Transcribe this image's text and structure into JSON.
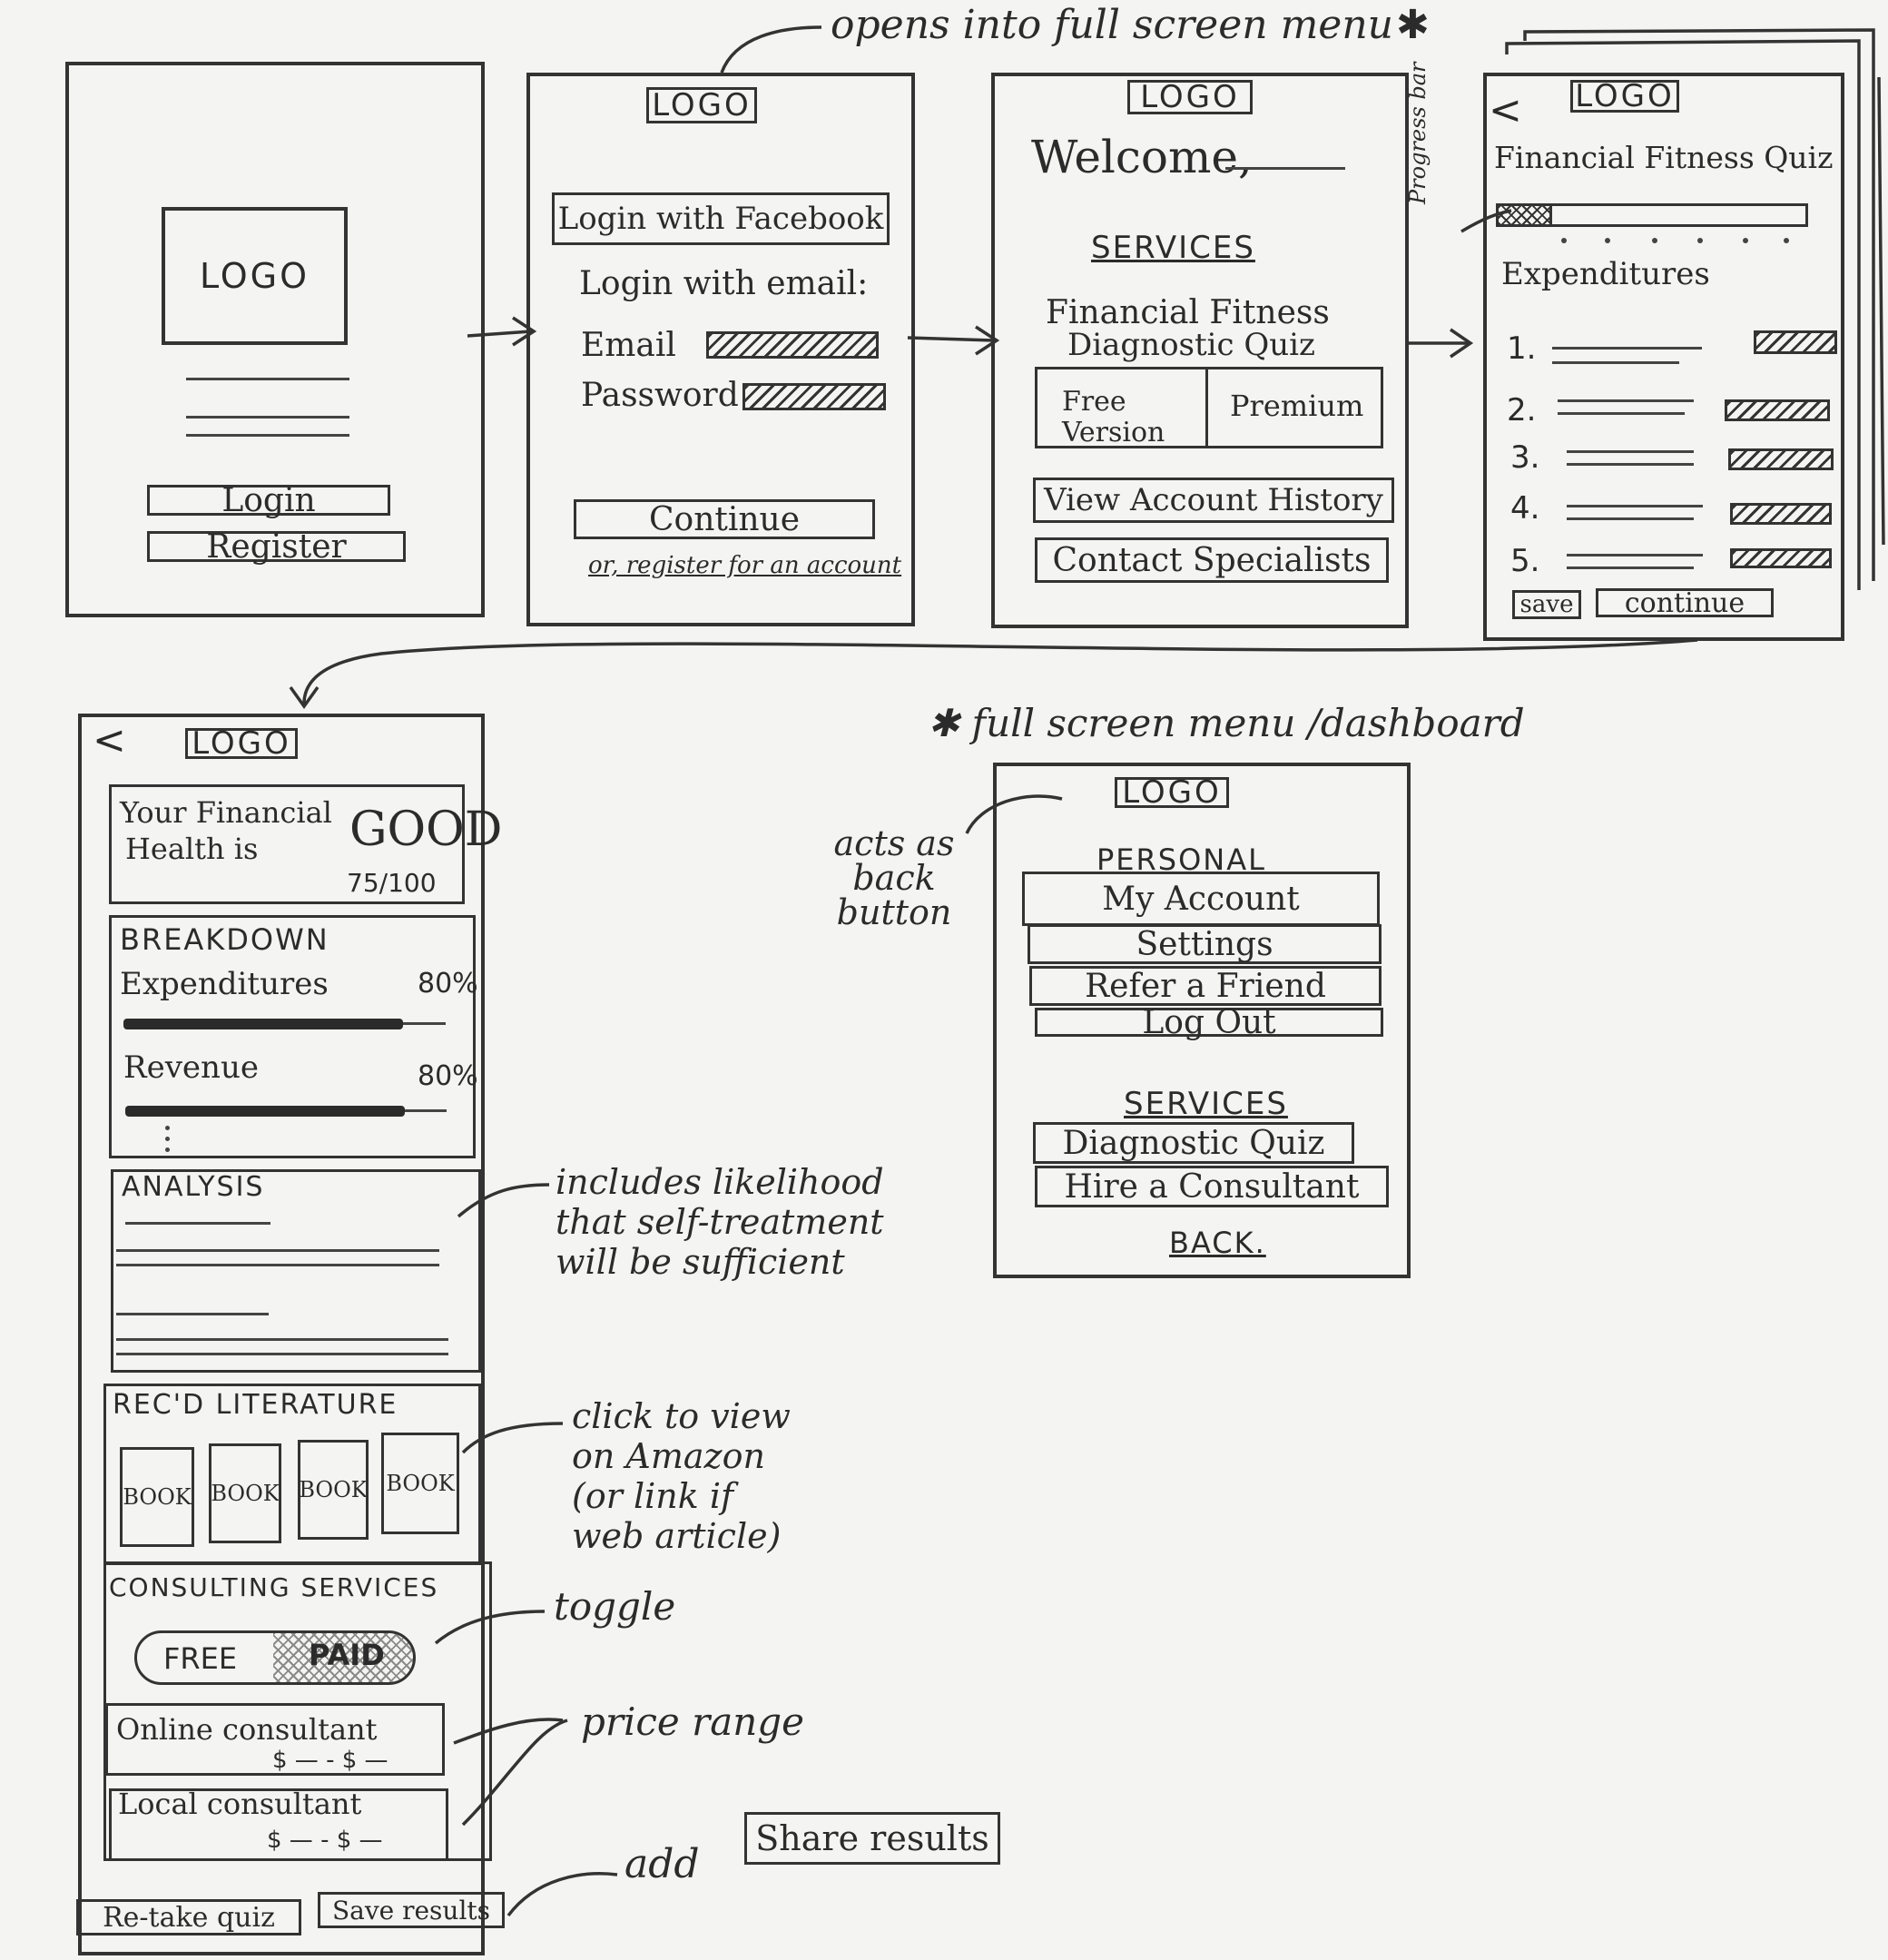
{
  "annotations": {
    "opens_menu": "opens into full screen menu",
    "opens_menu_star": "✱",
    "progress_bar": "Progress bar",
    "menu_dashboard": "✱ full screen menu /dashboard",
    "acts_as_back": "acts as back button",
    "includes_likelihood": "includes likelihood that self-treatment will be sufficient",
    "click_to_view": "click to view on Amazon (or link if web article)",
    "toggle": "toggle",
    "price_range": "price range",
    "add": "add"
  },
  "screen1": {
    "logo": "LOGO",
    "login": "Login",
    "register": "Register"
  },
  "screen2": {
    "logo": "LOGO",
    "facebook": "Login with Facebook",
    "login_email": "Login with email:",
    "email": "Email",
    "password": "Password",
    "continue": "Continue",
    "register_link": "or, register for an account"
  },
  "screen3": {
    "logo": "LOGO",
    "welcome": "Welcome,",
    "services": "SERVICES",
    "quiz_title_1": "Financial Fitness",
    "quiz_title_2": "Diagnostic Quiz",
    "free": "Free Version",
    "premium": "Premium",
    "history": "View Account History",
    "specialists": "Contact Specialists"
  },
  "screen4": {
    "back": "<",
    "logo": "LOGO",
    "title": "Financial Fitness Quiz",
    "section": "Expenditures",
    "questions": [
      "1.",
      "2.",
      "3.",
      "4.",
      "5."
    ],
    "save": "save",
    "continue": "continue"
  },
  "results": {
    "back": "<",
    "logo": "LOGO",
    "health_1": "Your Financial",
    "health_2": "Health is",
    "health_value": "GOOD",
    "health_score": "75/100",
    "breakdown": "BREAKDOWN",
    "expenditures": "Expenditures",
    "expenditures_pct": "80%",
    "revenue": "Revenue",
    "revenue_pct": "80%",
    "analysis": "ANALYSIS",
    "literature": "REC'D LITERATURE",
    "books": [
      "BOOK",
      "BOOK",
      "BOOK",
      "BOOK"
    ],
    "consulting": "CONSULTING SERVICES",
    "toggle_free": "FREE",
    "toggle_paid": "PAID",
    "online": "Online consultant",
    "online_price": "$ — - $ —",
    "local": "Local consultant",
    "local_price": "$ — - $ —",
    "retake": "Re-take quiz",
    "save_results": "Save results",
    "share": "Share results"
  },
  "menu": {
    "logo": "LOGO",
    "personal": "PERSONAL",
    "items_personal": [
      "My Account",
      "Settings",
      "Refer a Friend",
      "Log Out"
    ],
    "services": "SERVICES",
    "items_services": [
      "Diagnostic Quiz",
      "Hire a Consultant"
    ],
    "back": "BACK."
  }
}
